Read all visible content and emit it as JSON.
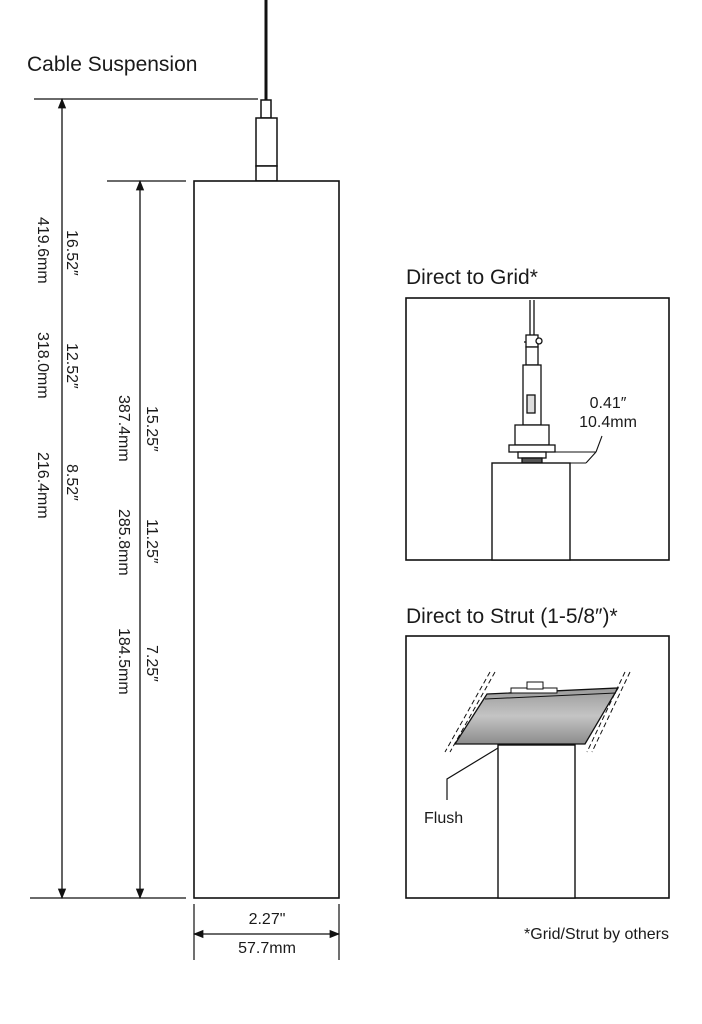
{
  "titles": {
    "cable": "Cable Suspension",
    "grid": "Direct to Grid*",
    "strut": "Direct to Strut (1-5/8″)*"
  },
  "dims_left": [
    {
      "in": "16.52″",
      "mm": "419.6mm"
    },
    {
      "in": "12.52″",
      "mm": "318.0mm"
    },
    {
      "in": "8.52″",
      "mm": "216.4mm"
    }
  ],
  "dims_inner": [
    {
      "in": "15.25″",
      "mm": "387.4mm"
    },
    {
      "in": "11.25″",
      "mm": "285.8mm"
    },
    {
      "in": "7.25″",
      "mm": "184.5mm"
    }
  ],
  "width_dim": {
    "in": "2.27\"",
    "mm": "57.7mm"
  },
  "grid_dim": {
    "in": "0.41″",
    "mm": "10.4mm"
  },
  "flush_label": "Flush",
  "footnote": "*Grid/Strut by others"
}
